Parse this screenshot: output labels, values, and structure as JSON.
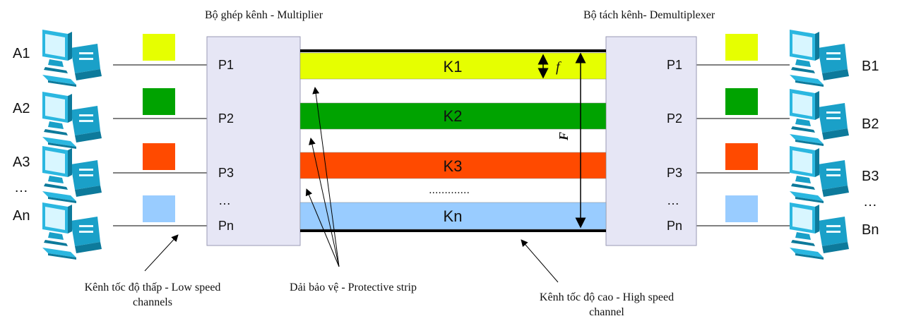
{
  "mux_title": "Bộ ghép kênh - Multiplier",
  "demux_title": "Bộ tách kênh- Demultiplexer",
  "inputs": [
    "A1",
    "A2",
    "A3",
    "An"
  ],
  "inputs_ellipsis": "…",
  "outputs": [
    "B1",
    "B2",
    "B3",
    "Bn"
  ],
  "outputs_ellipsis": "…",
  "ports_left": [
    "P1",
    "P2",
    "P3",
    "Pn"
  ],
  "ports_left_ellipsis": "…",
  "ports_right": [
    "P1",
    "P2",
    "P3",
    "Pn"
  ],
  "ports_right_ellipsis": "…",
  "channels": [
    {
      "label": "K1",
      "color": "#e6ff00"
    },
    {
      "label": "K2",
      "color": "#00a300"
    },
    {
      "label": "K3",
      "color": "#ff4a00"
    },
    {
      "label": "Kn",
      "color": "#99ccff"
    }
  ],
  "swatch_colors": [
    "#e6ff00",
    "#00a300",
    "#ff4a00",
    "#99ccff"
  ],
  "channel_ellipsis": ".............",
  "f_label": "f",
  "F_label": "F",
  "low_speed_line1": "Kênh tốc độ thấp - Low speed",
  "low_speed_line2": "channels",
  "protective_strip": "Dải bảo vệ - Protective strip",
  "high_speed_line1": "Kênh tốc độ cao - High speed",
  "high_speed_line2": "channel",
  "icon": "desktop-computer-icon"
}
